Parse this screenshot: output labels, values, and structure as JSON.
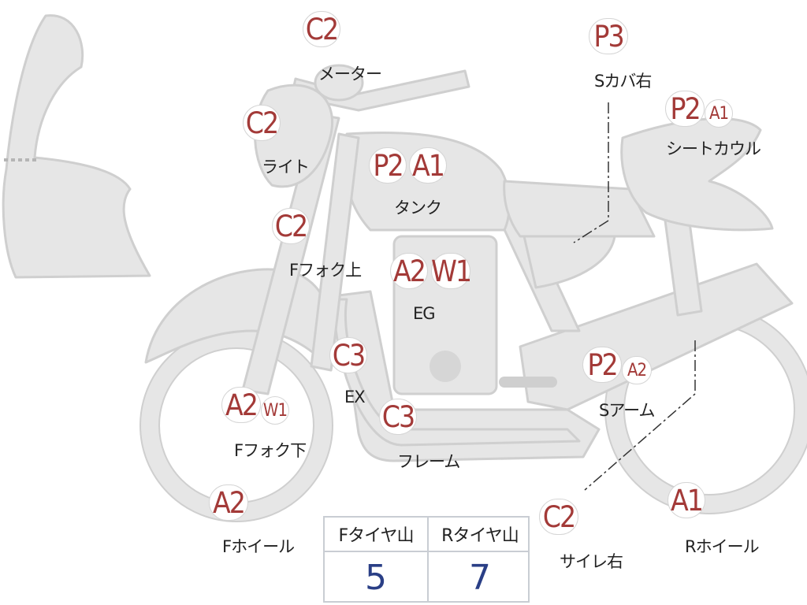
{
  "tire_table": {
    "front_header": "Fタイヤ山",
    "rear_header": "Rタイヤ山",
    "front_value": "5",
    "rear_value": "7"
  },
  "parts": {
    "meter": {
      "label": "メーター",
      "grades": [
        "C2"
      ]
    },
    "light": {
      "label": "ライト",
      "grades": [
        "C2"
      ]
    },
    "tank": {
      "label": "タンク",
      "grades": [
        "P2",
        "A1"
      ]
    },
    "fork_upper": {
      "label": "Fフォク上",
      "grades": [
        "C2"
      ]
    },
    "engine": {
      "label": "EG",
      "grades": [
        "A2",
        "W1"
      ]
    },
    "exhaust": {
      "label": "EX",
      "grades": [
        "C3"
      ]
    },
    "fork_lower": {
      "label": "Fフォク下",
      "grades": [
        "A2",
        "W1"
      ]
    },
    "frame": {
      "label": "フレーム",
      "grades": [
        "C3"
      ]
    },
    "front_wheel": {
      "label": "Fホイール",
      "grades": [
        "A2"
      ]
    },
    "side_cover": {
      "label": "Sカバ右",
      "grades": [
        "P3"
      ]
    },
    "seat_cowl": {
      "label": "シートカウル",
      "grades": [
        "P2",
        "A1"
      ]
    },
    "swing_arm": {
      "label": "Sアーム",
      "grades": [
        "P2",
        "A2"
      ]
    },
    "muffler": {
      "label": "サイレ右",
      "grades": [
        "C2"
      ]
    },
    "rear_wheel": {
      "label": "Rホイール",
      "grades": [
        "A1"
      ]
    }
  },
  "colors": {
    "part_fill": "#e6e6e6",
    "part_stroke": "#cfcfcf",
    "grade_text": "#a33a38",
    "tire_value": "#2a3f86"
  }
}
